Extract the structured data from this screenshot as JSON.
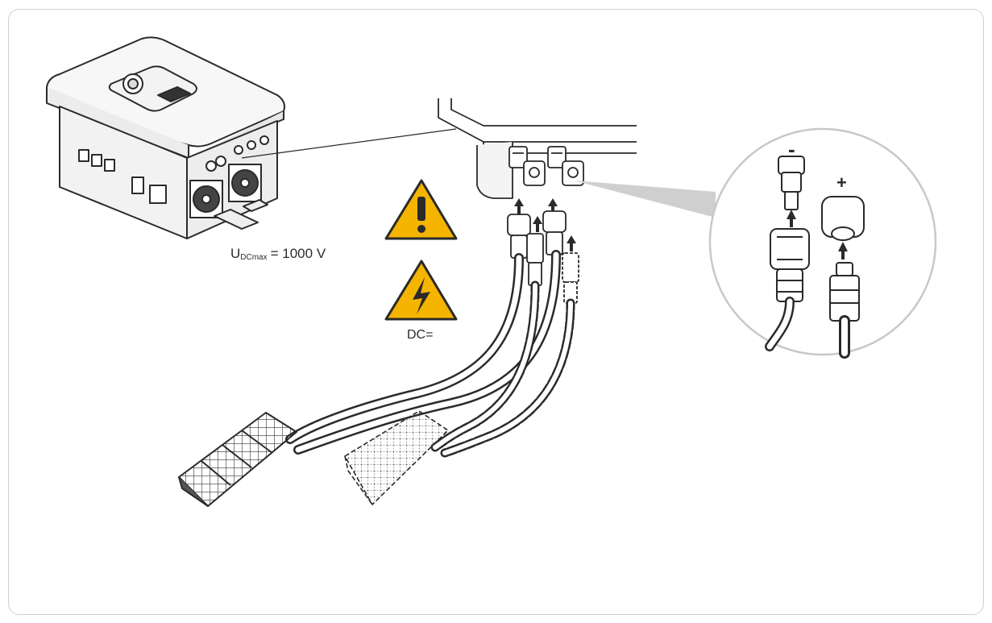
{
  "voltage": {
    "symbol": "U",
    "subscript": "DCmax",
    "value": "= 1000 V"
  },
  "dc_label": "DC=",
  "polarity": {
    "minus": "-",
    "plus": "+"
  },
  "colors": {
    "warning": "#f4b400",
    "line": "#2a2a2a",
    "frame": "#cfcfcf"
  },
  "icons": [
    "inverter-icon",
    "warning-exclamation-icon",
    "warning-electric-icon",
    "solar-panel-icon",
    "dc-connector-icon"
  ]
}
